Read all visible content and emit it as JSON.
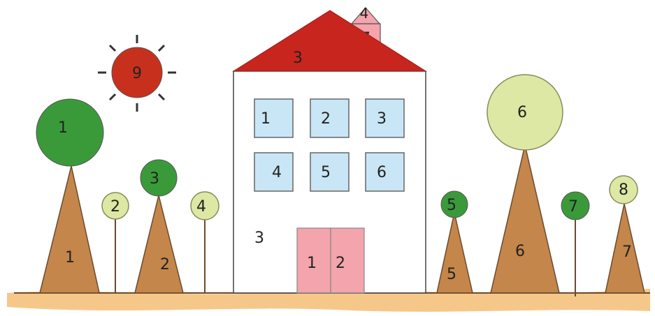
{
  "colors": {
    "dark_green": "#3a9a3a",
    "light_green": "#dde8a4",
    "trunk_brown": "#c4864a",
    "roof_red": "#c8251e",
    "sun_red": "#c8301e",
    "window_blue": "#c9e6f6",
    "door_pink": "#f4a4ac",
    "ground_sand": "#f5c88a"
  },
  "sun": {
    "label": "9"
  },
  "roof": {
    "label": "3"
  },
  "chimney": {
    "top_label": "4",
    "body_label": "7"
  },
  "building": {
    "wall_label": "3"
  },
  "windows": [
    "1",
    "2",
    "3",
    "4",
    "5",
    "6"
  ],
  "doors": [
    "1",
    "2"
  ],
  "crowns": [
    "1",
    "2",
    "3",
    "4",
    "5",
    "6",
    "7",
    "8"
  ],
  "trunks": [
    "1",
    "2",
    "5",
    "6",
    "7"
  ]
}
